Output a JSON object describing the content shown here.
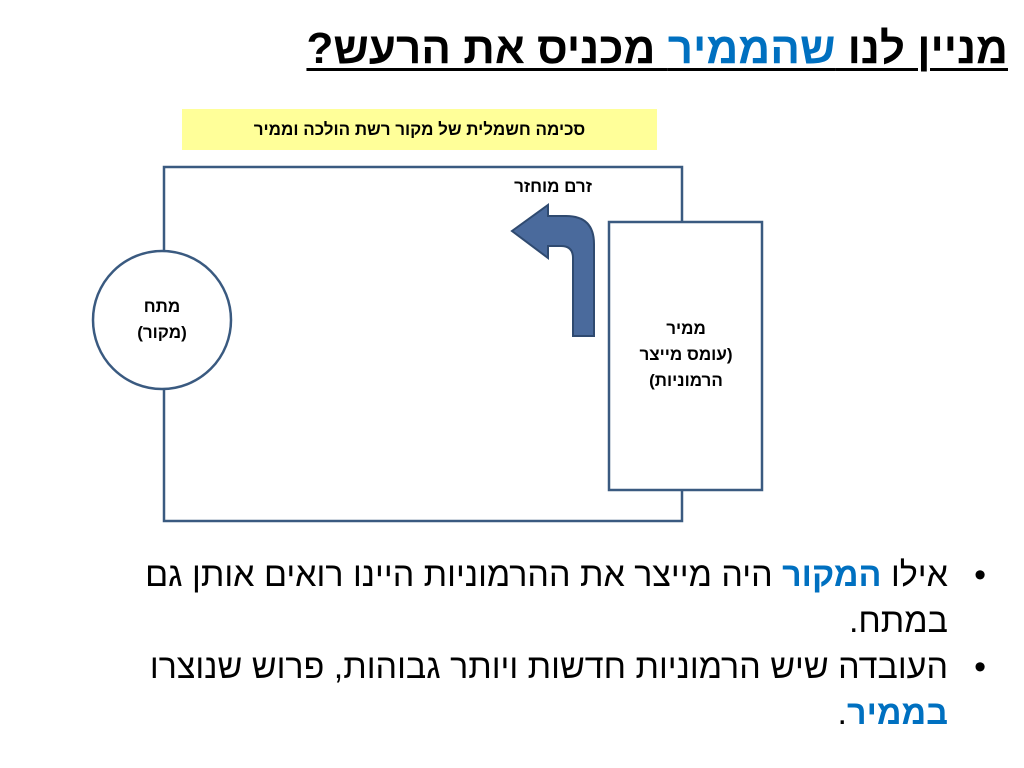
{
  "title": {
    "part1": "מניין לנו ",
    "part2_highlight": "שהממיר",
    "part3": " מכניס את הרעש?",
    "highlight_color": "#0070c0"
  },
  "caption": "סכימה חשמלית של מקור רשת הולכה וממיר",
  "diagram": {
    "source": {
      "line1": "מתח",
      "line2": "(מקור)"
    },
    "converter": {
      "line1": "ממיר",
      "line2": "(עומס מייצר",
      "line3": "הרמוניות)"
    },
    "arrow_label": "זרם מוחזר",
    "arrow_color": "#4a6a9c",
    "line_color": "#3a5a80"
  },
  "bullets": [
    {
      "before": "אילו ",
      "highlight": "המקור",
      "after": " היה מייצר את ההרמוניות היינו רואים אותן גם במתח."
    },
    {
      "before": "העובדה שיש הרמוניות חדשות ויותר גבוהות, פרוש שנוצרו ",
      "highlight": "בממיר",
      "after": "."
    }
  ],
  "bullet_symbol": "•"
}
